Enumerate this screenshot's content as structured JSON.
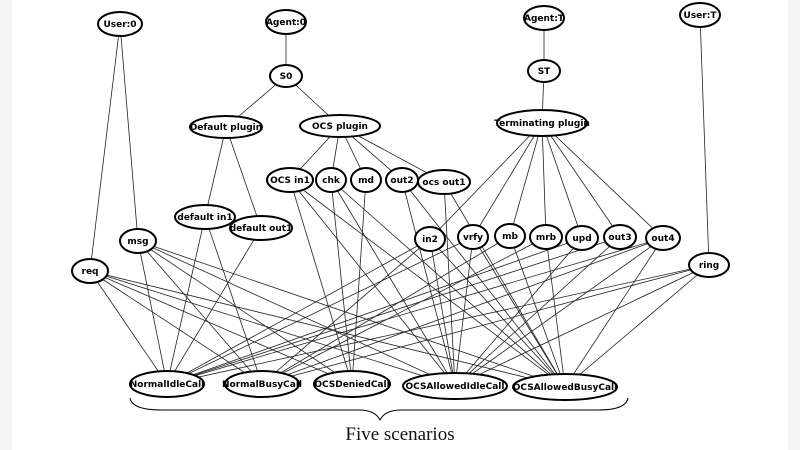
{
  "caption": "Five scenarios",
  "nodes": {
    "user0": "User:0",
    "agent0": "Agent:0",
    "agentT": "Agent:T",
    "userT": "User:T",
    "s0": "S0",
    "st": "ST",
    "default_plugin": "Default plugin",
    "ocs_plugin": "OCS plugin",
    "terminating_plugin": "Terminating plugin",
    "ocs_in1": "OCS in1",
    "chk": "chk",
    "md": "md",
    "out2": "out2",
    "ocs_out1": "ocs out1",
    "default_in1": "default in1",
    "default_out1": "default out1",
    "msg": "msg",
    "req": "req",
    "in2": "in2",
    "vrfy": "vrfy",
    "mb": "mb",
    "mrb": "mrb",
    "upd": "upd",
    "out3": "out3",
    "out4": "out4",
    "ring": "ring",
    "normal_idle_call": "NormalIdleCall",
    "normal_busy_call": "NormalBusyCall",
    "ocs_denied_call": "OCSDeniedCall",
    "ocs_allowed_idle_call": "OCSAllowedIdleCall",
    "ocs_allowed_busy_call": "OCSAllowedBusyCall"
  },
  "edges": [
    [
      "agent0",
      "s0"
    ],
    [
      "s0",
      "default_plugin"
    ],
    [
      "s0",
      "ocs_plugin"
    ],
    [
      "default_plugin",
      "default_in1"
    ],
    [
      "default_plugin",
      "default_out1"
    ],
    [
      "ocs_plugin",
      "ocs_in1"
    ],
    [
      "ocs_plugin",
      "chk"
    ],
    [
      "ocs_plugin",
      "md"
    ],
    [
      "ocs_plugin",
      "out2"
    ],
    [
      "ocs_plugin",
      "ocs_out1"
    ],
    [
      "agentT",
      "st"
    ],
    [
      "st",
      "terminating_plugin"
    ],
    [
      "terminating_plugin",
      "in2"
    ],
    [
      "terminating_plugin",
      "vrfy"
    ],
    [
      "terminating_plugin",
      "mb"
    ],
    [
      "terminating_plugin",
      "mrb"
    ],
    [
      "terminating_plugin",
      "upd"
    ],
    [
      "terminating_plugin",
      "out3"
    ],
    [
      "terminating_plugin",
      "out4"
    ],
    [
      "user0",
      "req"
    ],
    [
      "user0",
      "msg"
    ],
    [
      "userT",
      "ring"
    ],
    [
      "req",
      "normal_idle_call"
    ],
    [
      "req",
      "normal_busy_call"
    ],
    [
      "req",
      "ocs_denied_call"
    ],
    [
      "req",
      "ocs_allowed_idle_call"
    ],
    [
      "req",
      "ocs_allowed_busy_call"
    ],
    [
      "msg",
      "normal_idle_call"
    ],
    [
      "msg",
      "normal_busy_call"
    ],
    [
      "msg",
      "ocs_denied_call"
    ],
    [
      "msg",
      "ocs_allowed_idle_call"
    ],
    [
      "msg",
      "ocs_allowed_busy_call"
    ],
    [
      "default_in1",
      "normal_idle_call"
    ],
    [
      "default_in1",
      "normal_busy_call"
    ],
    [
      "default_out1",
      "normal_idle_call"
    ],
    [
      "ocs_in1",
      "ocs_denied_call"
    ],
    [
      "ocs_in1",
      "ocs_allowed_idle_call"
    ],
    [
      "ocs_in1",
      "ocs_allowed_busy_call"
    ],
    [
      "chk",
      "ocs_denied_call"
    ],
    [
      "chk",
      "ocs_allowed_idle_call"
    ],
    [
      "chk",
      "ocs_allowed_busy_call"
    ],
    [
      "md",
      "ocs_denied_call"
    ],
    [
      "out2",
      "ocs_allowed_idle_call"
    ],
    [
      "out2",
      "ocs_allowed_busy_call"
    ],
    [
      "ocs_out1",
      "ocs_allowed_idle_call"
    ],
    [
      "ocs_out1",
      "ocs_allowed_busy_call"
    ],
    [
      "in2",
      "normal_idle_call"
    ],
    [
      "in2",
      "normal_busy_call"
    ],
    [
      "in2",
      "ocs_allowed_idle_call"
    ],
    [
      "in2",
      "ocs_allowed_busy_call"
    ],
    [
      "vrfy",
      "normal_idle_call"
    ],
    [
      "vrfy",
      "ocs_allowed_idle_call"
    ],
    [
      "vrfy",
      "ocs_allowed_busy_call"
    ],
    [
      "mb",
      "normal_busy_call"
    ],
    [
      "mb",
      "ocs_allowed_busy_call"
    ],
    [
      "mrb",
      "normal_busy_call"
    ],
    [
      "mrb",
      "ocs_allowed_busy_call"
    ],
    [
      "upd",
      "normal_idle_call"
    ],
    [
      "upd",
      "ocs_allowed_idle_call"
    ],
    [
      "out3",
      "normal_idle_call"
    ],
    [
      "out3",
      "ocs_allowed_idle_call"
    ],
    [
      "out4",
      "normal_idle_call"
    ],
    [
      "out4",
      "normal_busy_call"
    ],
    [
      "out4",
      "ocs_allowed_idle_call"
    ],
    [
      "out4",
      "ocs_allowed_busy_call"
    ],
    [
      "ring",
      "normal_idle_call"
    ],
    [
      "ring",
      "normal_busy_call"
    ],
    [
      "ring",
      "ocs_allowed_idle_call"
    ],
    [
      "ring",
      "ocs_allowed_busy_call"
    ]
  ]
}
